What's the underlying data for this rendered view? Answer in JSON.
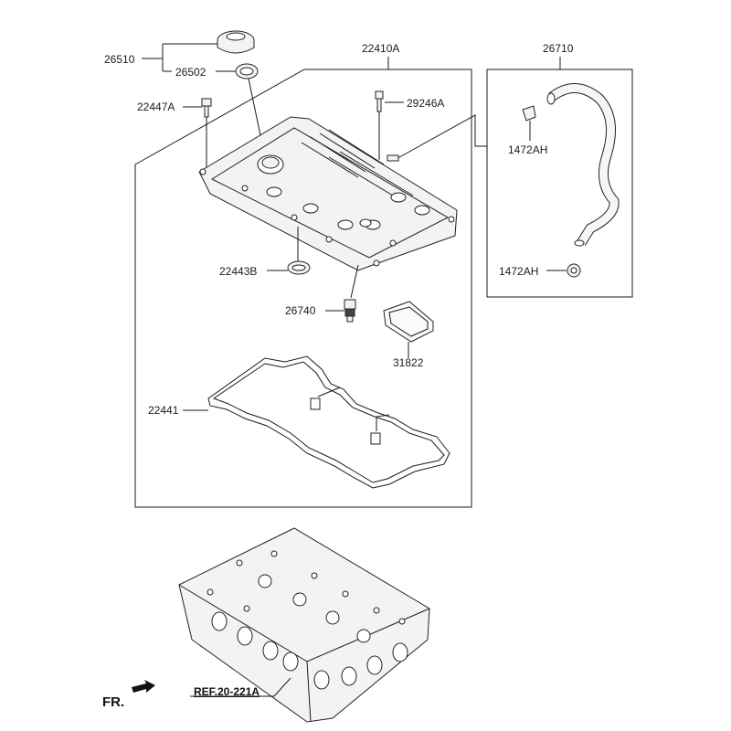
{
  "diagram": {
    "labels": {
      "p26510": "26510",
      "p26502": "26502",
      "p22410A": "22410A",
      "p26710": "26710",
      "p22447A": "22447A",
      "p29246A": "29246A",
      "p1472AH_top": "1472AH",
      "p1472AH_bottom": "1472AH",
      "p22443B": "22443B",
      "p26740": "26740",
      "p31822": "31822",
      "p22441": "22441"
    },
    "reference": "REF.20-221A",
    "direction": "FR."
  }
}
